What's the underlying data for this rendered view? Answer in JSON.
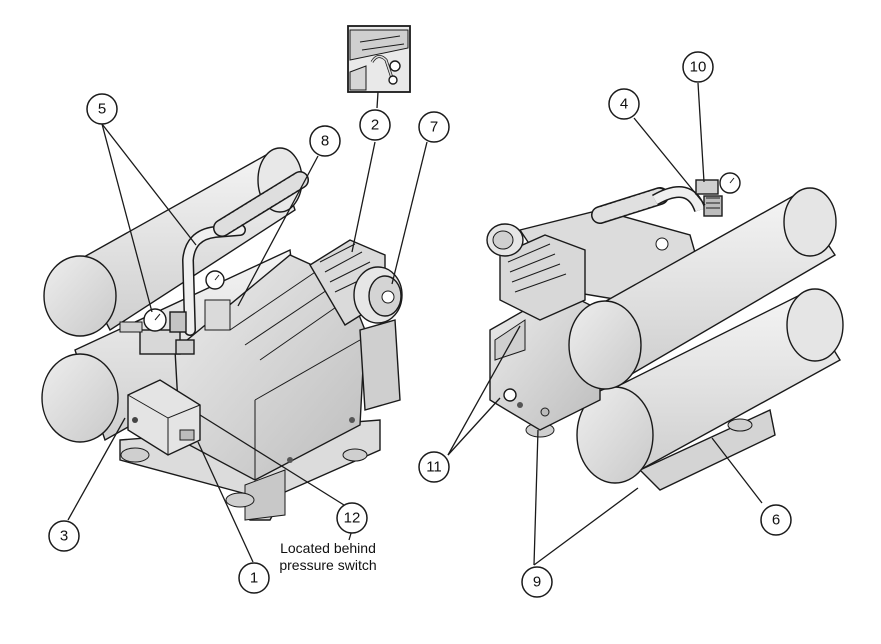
{
  "callouts": {
    "c1": "1",
    "c2": "2",
    "c3": "3",
    "c4": "4",
    "c5": "5",
    "c6": "6",
    "c7": "7",
    "c8": "8",
    "c9": "9",
    "c10": "10",
    "c11": "11",
    "c12": "12"
  },
  "note": {
    "line1": "Located behind",
    "line2": "pressure switch"
  }
}
